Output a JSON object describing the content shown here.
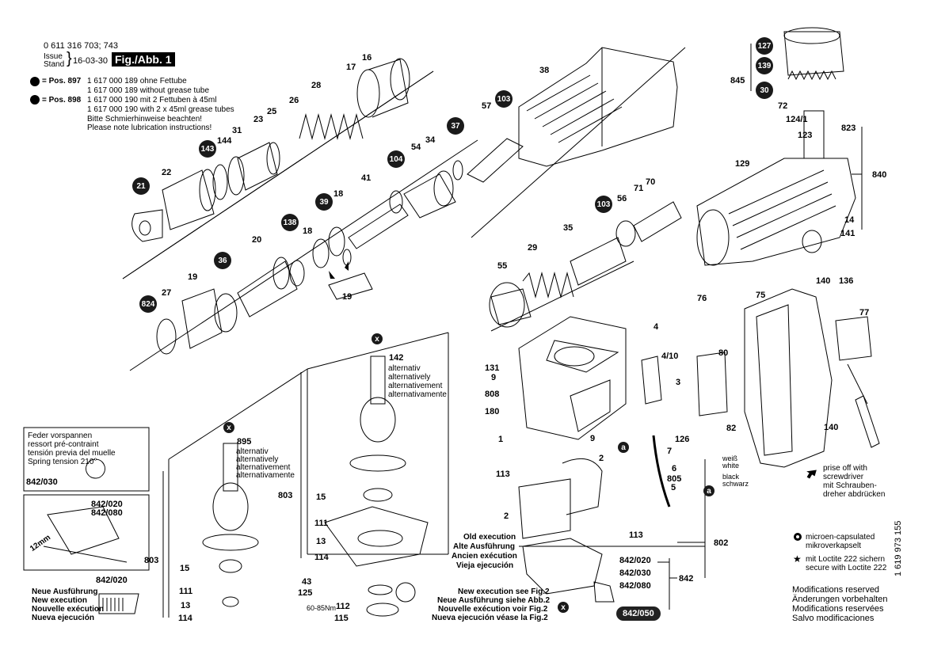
{
  "header": {
    "doc_number": "0 611 316 703; 743",
    "issue_label": "Issue\nStand",
    "issue_date": "16-03-30",
    "fig_label": "Fig./Abb. 1"
  },
  "lubrication": {
    "pos897_label": "= Pos. 897",
    "pos898_label": "= Pos. 898",
    "lines": [
      "1 617 000 189 ohne Fettube",
      "1 617 000 189 without grease tube",
      "1 617 000 190 mit 2 Fettuben à 45ml",
      "1 617 000 190 with 2 x 45ml grease tubes",
      "Bitte Schmierhinweise beachten!",
      "Please note lubrication instructions!"
    ]
  },
  "alternativ": [
    "alternativ",
    "alternatively",
    "alternativement",
    "alternativamente"
  ],
  "spring_tension": [
    "Feder vorspannen",
    "ressort pré-contraint",
    "tensión previa del muelle",
    "Spring tension  210°"
  ],
  "new_version": [
    "Neue Ausführung",
    "New execution",
    "Nouvelle exécution",
    "Nueva ejecución"
  ],
  "old_version": [
    "Old execution",
    "Alte Ausführung",
    "Ancien exécution",
    "Vieja ejecución"
  ],
  "new_see_fig2": [
    "New execution see Fig.2",
    "Neue Ausführung siehe Abb.2",
    "Nouvelle exécution voir Fig.2",
    "Nueva ejecución véase la Fig.2"
  ],
  "wires": {
    "weiss": "weiß",
    "white": "white",
    "black": "black",
    "schwarz": "schwarz"
  },
  "prise": [
    "prise off with",
    "screwdriver",
    "mit Schrauben-",
    "dreher abdrücken"
  ],
  "legend": {
    "microen": [
      "microen-capsulated",
      "mikroverkapselt"
    ],
    "loctite": [
      "mit Loctite 222 sichern",
      "secure with Loctite 222"
    ]
  },
  "modifications": [
    "Modifications reserved",
    "Änderungen vorbehalten",
    "Modifications reservées",
    "Salvo modificaciones"
  ],
  "side_number": "1 619 973 155",
  "torque": "60-85Nm",
  "dim_12mm": "12mm",
  "badges": [
    {
      "id": "b127",
      "text": "127"
    },
    {
      "id": "b139",
      "text": "139"
    },
    {
      "id": "b30",
      "text": "30"
    },
    {
      "id": "b103a",
      "text": "103"
    },
    {
      "id": "b37",
      "text": "37"
    },
    {
      "id": "b104",
      "text": "104"
    },
    {
      "id": "b143",
      "text": "143"
    },
    {
      "id": "b21",
      "text": "21"
    },
    {
      "id": "b39",
      "text": "39"
    },
    {
      "id": "b138",
      "text": "138"
    },
    {
      "id": "b36",
      "text": "36"
    },
    {
      "id": "b824",
      "text": "824"
    },
    {
      "id": "b103b",
      "text": "103"
    },
    {
      "id": "bx1",
      "text": "x"
    },
    {
      "id": "bx2",
      "text": "x"
    },
    {
      "id": "bx3",
      "text": "x"
    },
    {
      "id": "ba1",
      "text": "a"
    },
    {
      "id": "ba2",
      "text": "a"
    }
  ],
  "labels": [
    {
      "id": "l16",
      "text": "16"
    },
    {
      "id": "l17",
      "text": "17"
    },
    {
      "id": "l28",
      "text": "28"
    },
    {
      "id": "l26",
      "text": "26"
    },
    {
      "id": "l25",
      "text": "25"
    },
    {
      "id": "l23",
      "text": "23"
    },
    {
      "id": "l31",
      "text": "31"
    },
    {
      "id": "l144",
      "text": "144"
    },
    {
      "id": "l22",
      "text": "22"
    },
    {
      "id": "l38",
      "text": "38"
    },
    {
      "id": "l57",
      "text": "57"
    },
    {
      "id": "l54",
      "text": "54"
    },
    {
      "id": "l34",
      "text": "34"
    },
    {
      "id": "l41",
      "text": "41"
    },
    {
      "id": "l18a",
      "text": "18"
    },
    {
      "id": "l18b",
      "text": "18"
    },
    {
      "id": "l20",
      "text": "20"
    },
    {
      "id": "l19a",
      "text": "19"
    },
    {
      "id": "l19b",
      "text": "19"
    },
    {
      "id": "l27",
      "text": "27"
    },
    {
      "id": "l56",
      "text": "56"
    },
    {
      "id": "l71",
      "text": "71"
    },
    {
      "id": "l70",
      "text": "70"
    },
    {
      "id": "l35",
      "text": "35"
    },
    {
      "id": "l29",
      "text": "29"
    },
    {
      "id": "l55",
      "text": "55"
    },
    {
      "id": "l845",
      "text": "845"
    },
    {
      "id": "l72",
      "text": "72"
    },
    {
      "id": "l1241",
      "text": "124/1"
    },
    {
      "id": "l123",
      "text": "123"
    },
    {
      "id": "l823",
      "text": "823"
    },
    {
      "id": "l129",
      "text": "129"
    },
    {
      "id": "l840",
      "text": "840"
    },
    {
      "id": "l14",
      "text": "14"
    },
    {
      "id": "l141",
      "text": "141"
    },
    {
      "id": "l140a",
      "text": "140"
    },
    {
      "id": "l136",
      "text": "136"
    },
    {
      "id": "l77",
      "text": "77"
    },
    {
      "id": "l75",
      "text": "75"
    },
    {
      "id": "l76",
      "text": "76"
    },
    {
      "id": "l4",
      "text": "4"
    },
    {
      "id": "l410",
      "text": "4/10"
    },
    {
      "id": "l3",
      "text": "3"
    },
    {
      "id": "l80",
      "text": "80"
    },
    {
      "id": "l131",
      "text": "131"
    },
    {
      "id": "l9a",
      "text": "9"
    },
    {
      "id": "l808",
      "text": "808"
    },
    {
      "id": "l180",
      "text": "180"
    },
    {
      "id": "l1",
      "text": "1"
    },
    {
      "id": "l9b",
      "text": "9"
    },
    {
      "id": "l126",
      "text": "126"
    },
    {
      "id": "l7",
      "text": "7"
    },
    {
      "id": "l6",
      "text": "6"
    },
    {
      "id": "l805",
      "text": "805"
    },
    {
      "id": "l5",
      "text": "5"
    },
    {
      "id": "l82",
      "text": "82"
    },
    {
      "id": "l140b",
      "text": "140"
    },
    {
      "id": "l142",
      "text": "142"
    },
    {
      "id": "l895",
      "text": "895"
    },
    {
      "id": "l803a",
      "text": "803"
    },
    {
      "id": "l15a",
      "text": "15"
    },
    {
      "id": "l111a",
      "text": "111"
    },
    {
      "id": "l13a",
      "text": "13"
    },
    {
      "id": "l114a",
      "text": "114"
    },
    {
      "id": "l803b",
      "text": "803"
    },
    {
      "id": "l15b",
      "text": "15"
    },
    {
      "id": "l111b",
      "text": "111"
    },
    {
      "id": "l13b",
      "text": "13"
    },
    {
      "id": "l114b",
      "text": "114"
    },
    {
      "id": "l43",
      "text": "43"
    },
    {
      "id": "l125",
      "text": "125"
    },
    {
      "id": "l112",
      "text": "112"
    },
    {
      "id": "l115",
      "text": "115"
    },
    {
      "id": "l113a",
      "text": "113"
    },
    {
      "id": "l2a",
      "text": "2"
    },
    {
      "id": "l2b",
      "text": "2"
    },
    {
      "id": "l113b",
      "text": "113"
    },
    {
      "id": "l802",
      "text": "802"
    },
    {
      "id": "l842",
      "text": "842"
    },
    {
      "id": "l842020a",
      "text": "842/020"
    },
    {
      "id": "l842030a",
      "text": "842/030"
    },
    {
      "id": "l842080a",
      "text": "842/080"
    },
    {
      "id": "l842030b",
      "text": "842/030"
    },
    {
      "id": "l842020b",
      "text": "842/020"
    },
    {
      "id": "l842080b",
      "text": "842/080"
    },
    {
      "id": "l842020c",
      "text": "842/020"
    },
    {
      "id": "l842050",
      "text": "842/050"
    }
  ]
}
